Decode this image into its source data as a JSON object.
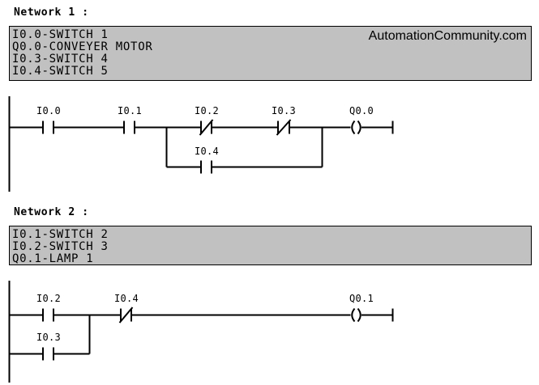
{
  "colors": {
    "background": "#ffffff",
    "comment_box_bg": "#c1c1c1",
    "line": "#000000",
    "text": "#000000"
  },
  "networks": [
    {
      "title": "Network 1 :",
      "comment_lines": [
        "I0.0-SWITCH 1",
        "Q0.0-CONVEYER MOTOR",
        "I0.3-SWITCH 4",
        "I0.4-SWITCH 5"
      ],
      "watermark": "AutomationCommunity.com",
      "rung": {
        "contacts": [
          {
            "label": "I0.0",
            "type": "NO"
          },
          {
            "label": "I0.1",
            "type": "NO"
          },
          {
            "label": "I0.2",
            "type": "NC"
          },
          {
            "label": "I0.3",
            "type": "NC"
          }
        ],
        "branch_contact": {
          "label": "I0.4",
          "type": "NO"
        },
        "coil": {
          "label": "Q0.0"
        }
      }
    },
    {
      "title": "Network 2 :",
      "comment_lines": [
        "I0.1-SWITCH 2",
        "I0.2-SWITCH 3",
        "Q0.1-LAMP 1"
      ],
      "rung": {
        "contacts": [
          {
            "label": "I0.2",
            "type": "NO"
          },
          {
            "label": "I0.4",
            "type": "NC"
          }
        ],
        "branch_contact": {
          "label": "I0.3",
          "type": "NO"
        },
        "coil": {
          "label": "Q0.1"
        }
      }
    }
  ]
}
